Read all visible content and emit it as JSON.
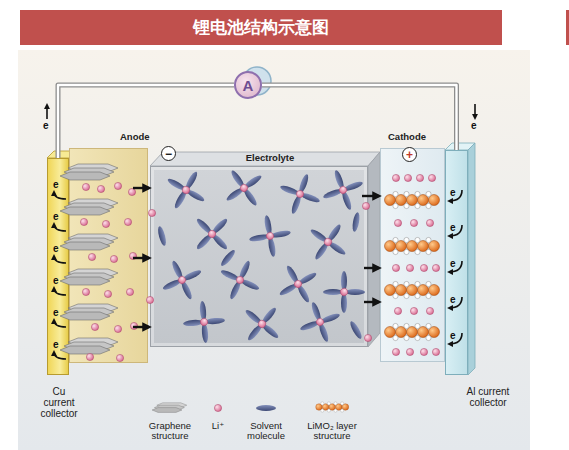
{
  "diagram": {
    "title": "锂电池结构示意图",
    "nodes": [
      {
        "text": [
          "A"
        ]
      },
      {
        "text": [
          "Cu current collector"
        ]
      },
      {
        "text": [
          "Anode"
        ]
      },
      {
        "text": [
          "−"
        ],
        "in": 2
      },
      {
        "text": [
          "Electrolyte"
        ]
      },
      {
        "text": [
          "Cathode"
        ]
      },
      {
        "text": [
          "+"
        ],
        "in": 5
      },
      {
        "text": [
          "Al current collector"
        ]
      }
    ],
    "edges": [
      {
        "from": 1,
        "to": 0,
        "arrow": "none"
      },
      {
        "from": 0,
        "to": 7,
        "arrow": "none"
      }
    ],
    "labels": [
      "e",
      "e",
      "e",
      "e",
      "e",
      "e",
      "e",
      "e",
      "e",
      "e",
      "e",
      "e",
      "e"
    ],
    "legend": [
      {
        "text": "Graphene structure"
      },
      {
        "text": "Li⁺"
      },
      {
        "text": "Solvent molecule"
      },
      {
        "text": "LiMO₂ layer structure"
      }
    ]
  }
}
